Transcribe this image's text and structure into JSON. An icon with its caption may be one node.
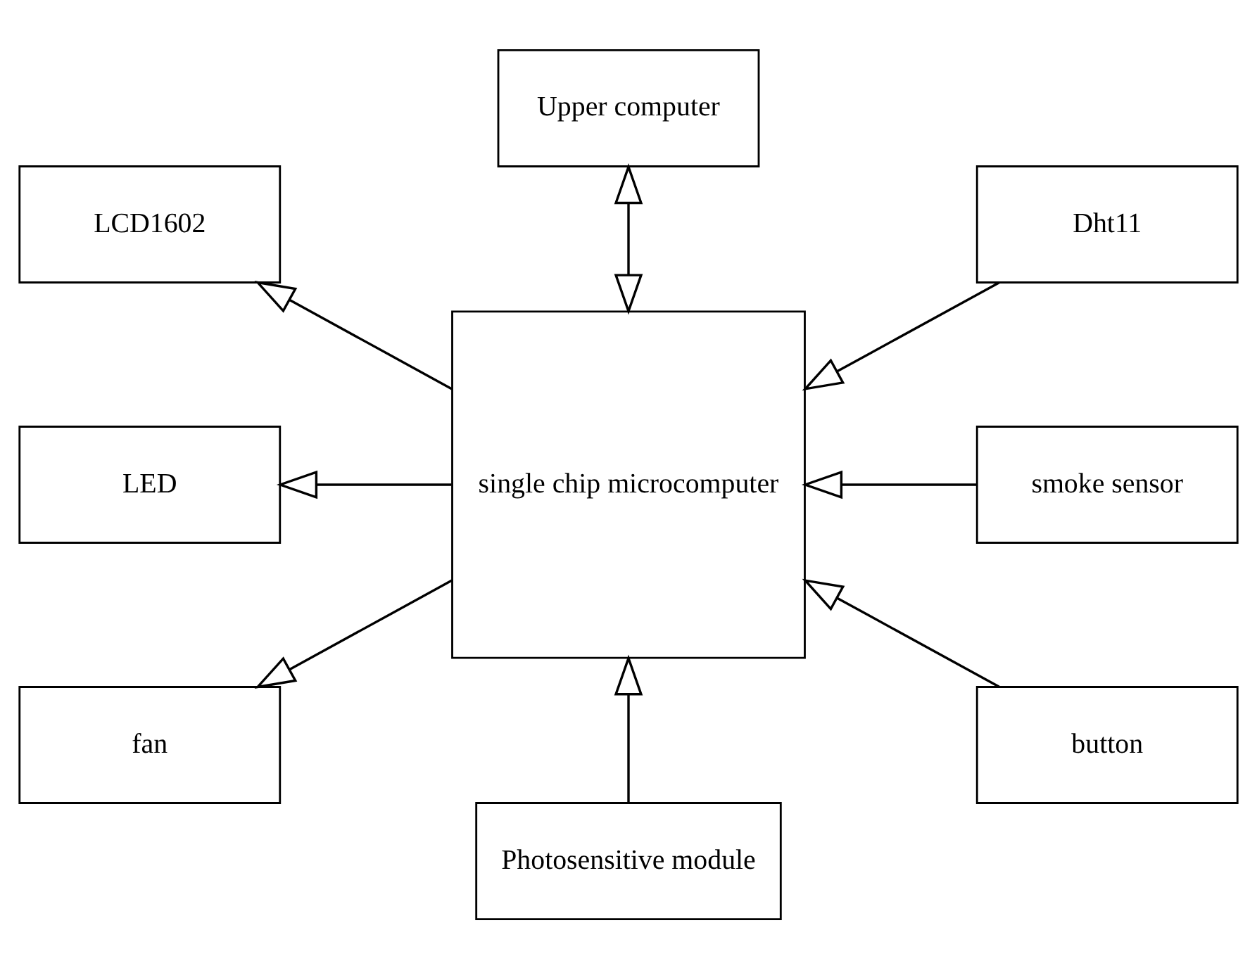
{
  "diagram": {
    "nodes": [
      {
        "text": [
          "Upper computer"
        ]
      },
      {
        "text": [
          "LCD1602"
        ]
      },
      {
        "text": [
          "LED"
        ]
      },
      {
        "text": [
          "fan"
        ]
      },
      {
        "text": [
          "single chip microcomputer"
        ]
      },
      {
        "text": [
          "Dht11"
        ]
      },
      {
        "text": [
          "smoke sensor"
        ]
      },
      {
        "text": [
          "button"
        ]
      },
      {
        "text": [
          "Photosensitive module"
        ]
      }
    ],
    "edges": [
      {
        "from": 0,
        "to": 4,
        "arrow": "both"
      },
      {
        "from": 4,
        "to": 1,
        "arrow": "to"
      },
      {
        "from": 4,
        "to": 2,
        "arrow": "to"
      },
      {
        "from": 4,
        "to": 3,
        "arrow": "to"
      },
      {
        "from": 5,
        "to": 4,
        "arrow": "to"
      },
      {
        "from": 6,
        "to": 4,
        "arrow": "to"
      },
      {
        "from": 7,
        "to": 4,
        "arrow": "to"
      },
      {
        "from": 8,
        "to": 4,
        "arrow": "to"
      }
    ]
  }
}
